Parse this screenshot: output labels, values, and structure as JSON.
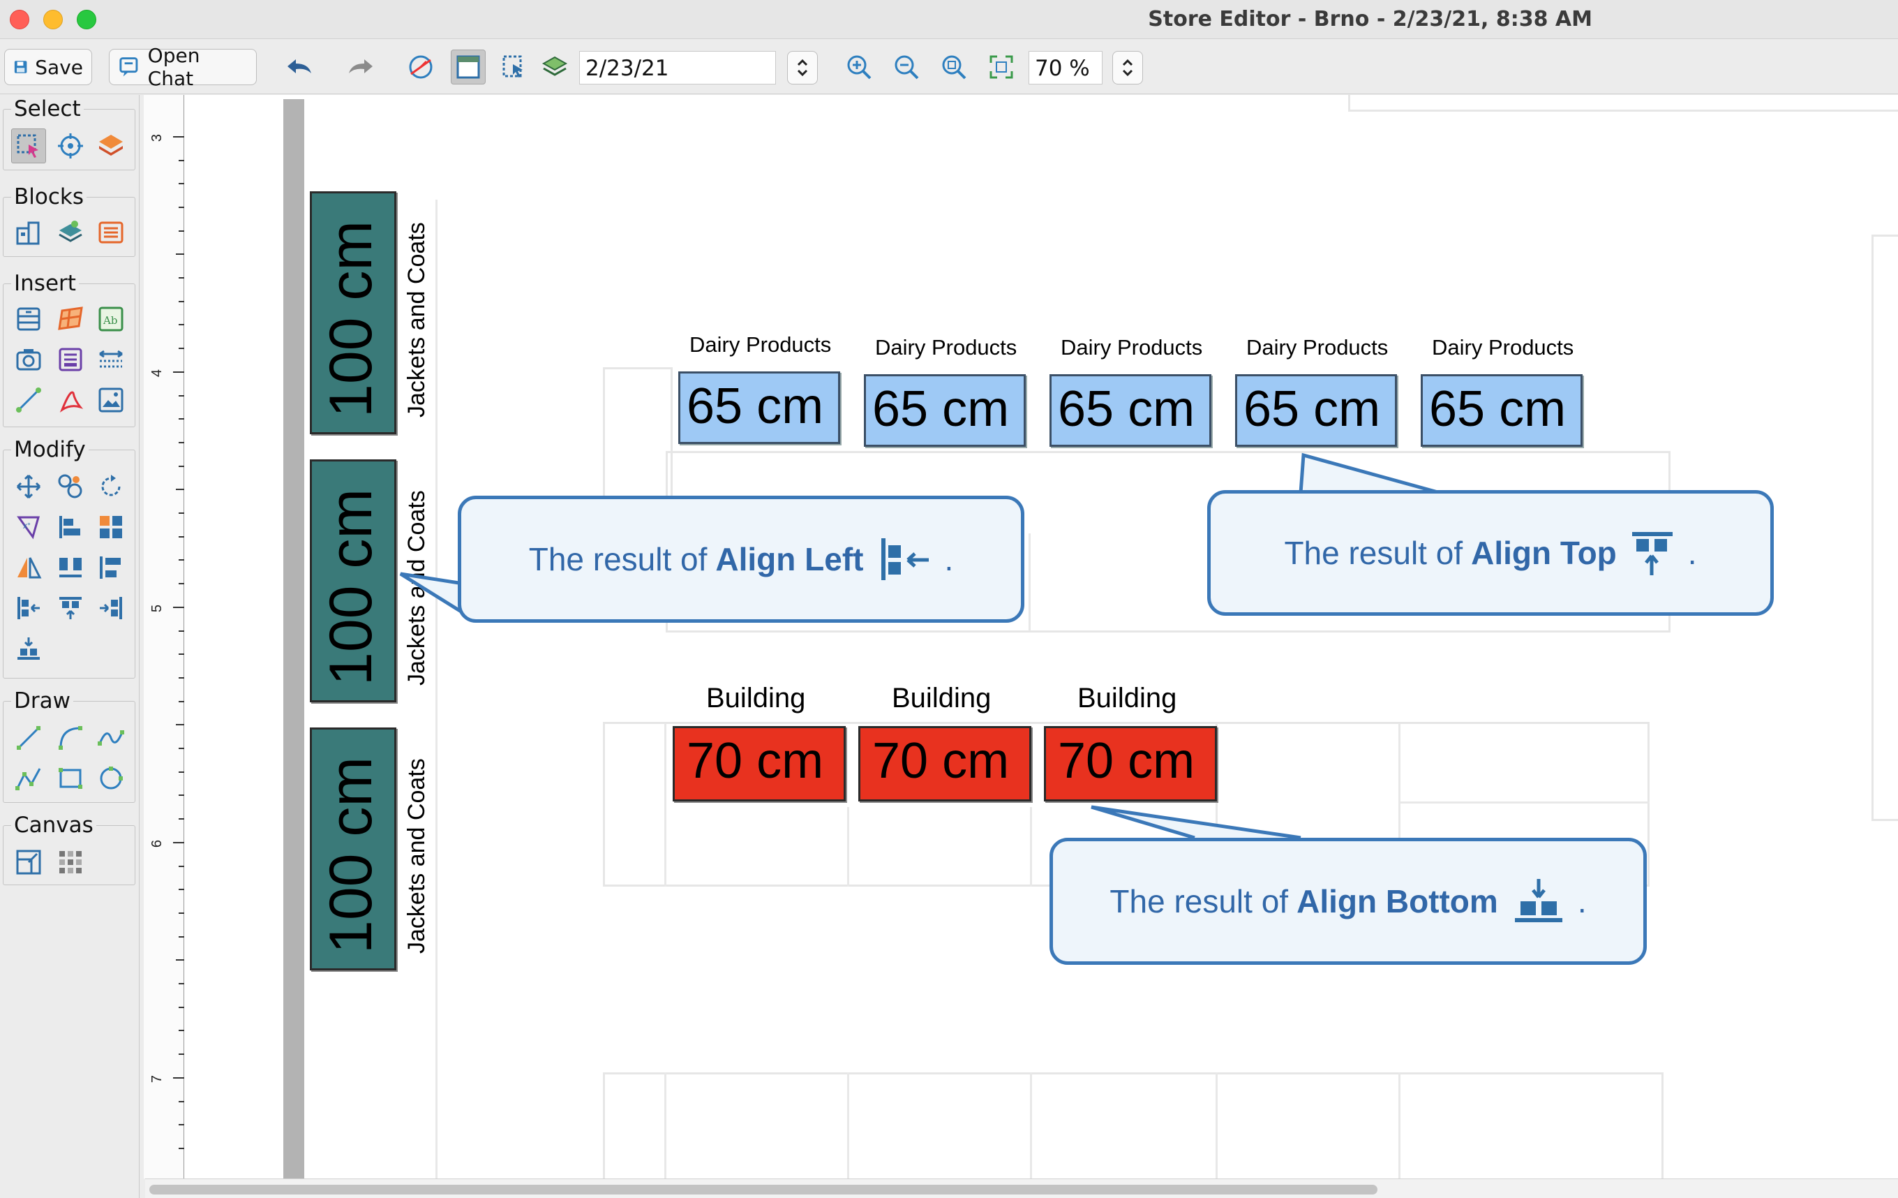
{
  "window": {
    "title": "Store Editor - Brno - 2/23/21, 8:38 AM"
  },
  "toolbar": {
    "save_label": "Save",
    "open_chat_label": "Open Chat",
    "date_value": "2/23/21",
    "zoom_value": "70 %"
  },
  "palette": {
    "select_label": "Select",
    "blocks_label": "Blocks",
    "insert_label": "Insert",
    "modify_label": "Modify",
    "draw_label": "Draw",
    "canvas_label": "Canvas"
  },
  "ruler": {
    "marks": [
      "3",
      "4",
      "5",
      "6",
      "7"
    ]
  },
  "fixtures": {
    "teal": [
      {
        "size": "100 cm",
        "label": "Jackets and Coats"
      },
      {
        "size": "100 cm",
        "label": "Jackets and Coats"
      },
      {
        "size": "100 cm",
        "label": "Jackets and Coats"
      }
    ],
    "blue": [
      {
        "size": "65 cm",
        "label": "Dairy Products"
      },
      {
        "size": "65 cm",
        "label": "Dairy Products"
      },
      {
        "size": "65 cm",
        "label": "Dairy Products"
      },
      {
        "size": "65 cm",
        "label": "Dairy Products"
      },
      {
        "size": "65 cm",
        "label": "Dairy Products"
      }
    ],
    "red": [
      {
        "size": "70 cm",
        "label": "Building"
      },
      {
        "size": "70 cm",
        "label": "Building"
      },
      {
        "size": "70 cm",
        "label": "Building"
      }
    ]
  },
  "callouts": {
    "left": {
      "prefix": "The result of",
      "bold": "Align Left",
      "suffix": "."
    },
    "top": {
      "prefix": "The result of",
      "bold": "Align Top",
      "suffix": "."
    },
    "bottom": {
      "prefix": "The result of",
      "bold": "Align Bottom",
      "suffix": "."
    }
  },
  "colors": {
    "teal_fixture": "#3a7a79",
    "blue_fixture": "#9ec9f5",
    "red_fixture": "#e8321f",
    "callout_border": "#3b78b8",
    "callout_text": "#3167a8"
  },
  "icons": [
    "save-icon",
    "chat-icon",
    "undo-icon",
    "redo-icon",
    "clock-icon",
    "frame-icon",
    "select-region-icon",
    "layers-icon",
    "zoom-in-icon",
    "zoom-out-icon",
    "zoom-fit-icon",
    "fullscreen-icon"
  ]
}
